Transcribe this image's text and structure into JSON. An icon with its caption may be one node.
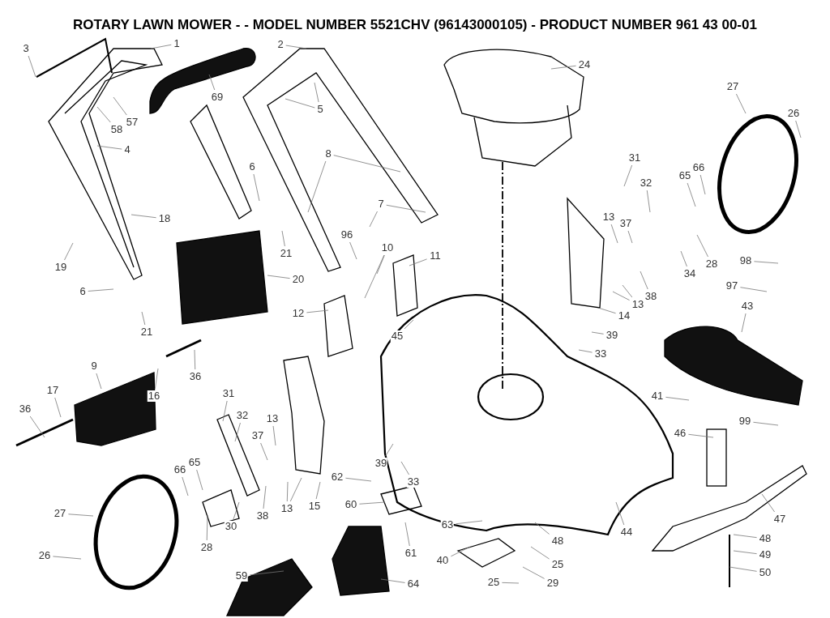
{
  "diagram": {
    "title": "ROTARY LAWN MOWER - - MODEL NUMBER 5521CHV (96143000105) - PRODUCT NUMBER 961 43 00-01",
    "nodes": [
      {
        "text": [
          "1"
        ]
      },
      {
        "text": [
          "2"
        ]
      },
      {
        "text": [
          "3"
        ]
      },
      {
        "text": [
          "69"
        ]
      },
      {
        "text": [
          "5"
        ]
      },
      {
        "text": [
          "57"
        ]
      },
      {
        "text": [
          "58"
        ]
      },
      {
        "text": [
          "4"
        ]
      },
      {
        "text": [
          "8"
        ]
      },
      {
        "text": [
          "6"
        ]
      },
      {
        "text": [
          "7"
        ]
      },
      {
        "text": [
          "18"
        ]
      },
      {
        "text": [
          "96"
        ]
      },
      {
        "text": [
          "10"
        ]
      },
      {
        "text": [
          "21"
        ]
      },
      {
        "text": [
          "11"
        ]
      },
      {
        "text": [
          "19"
        ]
      },
      {
        "text": [
          "20"
        ]
      },
      {
        "text": [
          "6"
        ]
      },
      {
        "text": [
          "12"
        ]
      },
      {
        "text": [
          "21"
        ]
      },
      {
        "text": [
          "45"
        ]
      },
      {
        "text": [
          "24"
        ]
      },
      {
        "text": [
          "27"
        ]
      },
      {
        "text": [
          "26"
        ]
      },
      {
        "text": [
          "31"
        ]
      },
      {
        "text": [
          "32"
        ]
      },
      {
        "text": [
          "65"
        ]
      },
      {
        "text": [
          "66"
        ]
      },
      {
        "text": [
          "13"
        ]
      },
      {
        "text": [
          "37"
        ]
      },
      {
        "text": [
          "28"
        ]
      },
      {
        "text": [
          "34"
        ]
      },
      {
        "text": [
          "38"
        ]
      },
      {
        "text": [
          "13"
        ]
      },
      {
        "text": [
          "14"
        ]
      },
      {
        "text": [
          "98"
        ]
      },
      {
        "text": [
          "97"
        ]
      },
      {
        "text": [
          "43"
        ]
      },
      {
        "text": [
          "39"
        ]
      },
      {
        "text": [
          "33"
        ]
      },
      {
        "text": [
          "36"
        ]
      },
      {
        "text": [
          "9"
        ]
      },
      {
        "text": [
          "17"
        ]
      },
      {
        "text": [
          "16"
        ]
      },
      {
        "text": [
          "41"
        ]
      },
      {
        "text": [
          "36"
        ]
      },
      {
        "text": [
          "31"
        ]
      },
      {
        "text": [
          "32"
        ]
      },
      {
        "text": [
          "13"
        ]
      },
      {
        "text": [
          "99"
        ]
      },
      {
        "text": [
          "37"
        ]
      },
      {
        "text": [
          "46"
        ]
      },
      {
        "text": [
          "65"
        ]
      },
      {
        "text": [
          "66"
        ]
      },
      {
        "text": [
          "39"
        ]
      },
      {
        "text": [
          "62"
        ]
      },
      {
        "text": [
          "33"
        ]
      },
      {
        "text": [
          "60"
        ]
      },
      {
        "text": [
          "15"
        ]
      },
      {
        "text": [
          "13"
        ]
      },
      {
        "text": [
          "27"
        ]
      },
      {
        "text": [
          "38"
        ]
      },
      {
        "text": [
          "47"
        ]
      },
      {
        "text": [
          "63"
        ]
      },
      {
        "text": [
          "30"
        ]
      },
      {
        "text": [
          "44"
        ]
      },
      {
        "text": [
          "48"
        ]
      },
      {
        "text": [
          "48"
        ]
      },
      {
        "text": [
          "28"
        ]
      },
      {
        "text": [
          "61"
        ]
      },
      {
        "text": [
          "49"
        ]
      },
      {
        "text": [
          "26"
        ]
      },
      {
        "text": [
          "40"
        ]
      },
      {
        "text": [
          "25"
        ]
      },
      {
        "text": [
          "50"
        ]
      },
      {
        "text": [
          "59"
        ]
      },
      {
        "text": [
          "25"
        ]
      },
      {
        "text": [
          "29"
        ]
      },
      {
        "text": [
          "64"
        ]
      }
    ],
    "edges": [
      {
        "from": 0,
        "to": null,
        "arrow": "none"
      },
      {
        "from": 1,
        "to": null,
        "arrow": "none"
      },
      {
        "from": 2,
        "to": null,
        "arrow": "none"
      },
      {
        "from": 3,
        "to": null,
        "arrow": "none"
      },
      {
        "from": 4,
        "to": null,
        "arrow": "none"
      },
      {
        "from": 4,
        "to": null,
        "arrow": "none"
      },
      {
        "from": 5,
        "to": null,
        "arrow": "none"
      },
      {
        "from": 6,
        "to": null,
        "arrow": "none"
      },
      {
        "from": 7,
        "to": null,
        "arrow": "none"
      },
      {
        "from": 8,
        "to": null,
        "arrow": "none"
      },
      {
        "from": 8,
        "to": null,
        "arrow": "none"
      },
      {
        "from": 9,
        "to": null,
        "arrow": "none"
      },
      {
        "from": 10,
        "to": null,
        "arrow": "none"
      },
      {
        "from": 10,
        "to": null,
        "arrow": "none"
      },
      {
        "from": 11,
        "to": null,
        "arrow": "none"
      },
      {
        "from": 12,
        "to": null,
        "arrow": "none"
      },
      {
        "from": 13,
        "to": null,
        "arrow": "none"
      },
      {
        "from": 13,
        "to": null,
        "arrow": "none"
      },
      {
        "from": 14,
        "to": null,
        "arrow": "none"
      },
      {
        "from": 15,
        "to": null,
        "arrow": "none"
      },
      {
        "from": 16,
        "to": null,
        "arrow": "none"
      },
      {
        "from": 17,
        "to": null,
        "arrow": "none"
      },
      {
        "from": 18,
        "to": null,
        "arrow": "none"
      },
      {
        "from": 19,
        "to": null,
        "arrow": "none"
      },
      {
        "from": 20,
        "to": null,
        "arrow": "none"
      },
      {
        "from": 21,
        "to": null,
        "arrow": "none"
      },
      {
        "from": 22,
        "to": null,
        "arrow": "none"
      },
      {
        "from": 23,
        "to": null,
        "arrow": "none"
      },
      {
        "from": 24,
        "to": null,
        "arrow": "none"
      },
      {
        "from": 25,
        "to": null,
        "arrow": "none"
      },
      {
        "from": 26,
        "to": null,
        "arrow": "none"
      },
      {
        "from": 27,
        "to": null,
        "arrow": "none"
      },
      {
        "from": 28,
        "to": null,
        "arrow": "none"
      },
      {
        "from": 29,
        "to": null,
        "arrow": "none"
      },
      {
        "from": 30,
        "to": null,
        "arrow": "none"
      },
      {
        "from": 31,
        "to": null,
        "arrow": "none"
      },
      {
        "from": 32,
        "to": null,
        "arrow": "none"
      },
      {
        "from": 33,
        "to": null,
        "arrow": "none"
      },
      {
        "from": 34,
        "to": null,
        "arrow": "none"
      },
      {
        "from": 34,
        "to": null,
        "arrow": "none"
      },
      {
        "from": 35,
        "to": null,
        "arrow": "none"
      },
      {
        "from": 36,
        "to": null,
        "arrow": "none"
      },
      {
        "from": 37,
        "to": null,
        "arrow": "none"
      },
      {
        "from": 38,
        "to": null,
        "arrow": "none"
      },
      {
        "from": 39,
        "to": null,
        "arrow": "none"
      },
      {
        "from": 40,
        "to": null,
        "arrow": "none"
      },
      {
        "from": 41,
        "to": null,
        "arrow": "none"
      },
      {
        "from": 42,
        "to": null,
        "arrow": "none"
      },
      {
        "from": 43,
        "to": null,
        "arrow": "none"
      },
      {
        "from": 44,
        "to": null,
        "arrow": "none"
      },
      {
        "from": 45,
        "to": null,
        "arrow": "none"
      },
      {
        "from": 46,
        "to": null,
        "arrow": "none"
      },
      {
        "from": 47,
        "to": null,
        "arrow": "none"
      },
      {
        "from": 48,
        "to": null,
        "arrow": "none"
      },
      {
        "from": 49,
        "to": null,
        "arrow": "none"
      },
      {
        "from": 50,
        "to": null,
        "arrow": "none"
      },
      {
        "from": 51,
        "to": null,
        "arrow": "none"
      },
      {
        "from": 52,
        "to": null,
        "arrow": "none"
      },
      {
        "from": 53,
        "to": null,
        "arrow": "none"
      },
      {
        "from": 54,
        "to": null,
        "arrow": "none"
      },
      {
        "from": 55,
        "to": null,
        "arrow": "none"
      },
      {
        "from": 56,
        "to": null,
        "arrow": "none"
      },
      {
        "from": 57,
        "to": null,
        "arrow": "none"
      },
      {
        "from": 58,
        "to": null,
        "arrow": "none"
      },
      {
        "from": 59,
        "to": null,
        "arrow": "none"
      },
      {
        "from": 60,
        "to": null,
        "arrow": "none"
      },
      {
        "from": 60,
        "to": null,
        "arrow": "none"
      },
      {
        "from": 61,
        "to": null,
        "arrow": "none"
      },
      {
        "from": 62,
        "to": null,
        "arrow": "none"
      },
      {
        "from": 63,
        "to": null,
        "arrow": "none"
      },
      {
        "from": 64,
        "to": null,
        "arrow": "none"
      },
      {
        "from": 65,
        "to": null,
        "arrow": "none"
      },
      {
        "from": 66,
        "to": null,
        "arrow": "none"
      },
      {
        "from": 67,
        "to": null,
        "arrow": "none"
      },
      {
        "from": 68,
        "to": null,
        "arrow": "none"
      },
      {
        "from": 69,
        "to": null,
        "arrow": "none"
      },
      {
        "from": 70,
        "to": null,
        "arrow": "none"
      },
      {
        "from": 71,
        "to": null,
        "arrow": "none"
      },
      {
        "from": 72,
        "to": null,
        "arrow": "none"
      },
      {
        "from": 73,
        "to": null,
        "arrow": "none"
      },
      {
        "from": 74,
        "to": null,
        "arrow": "none"
      },
      {
        "from": 75,
        "to": null,
        "arrow": "none"
      },
      {
        "from": 76,
        "to": null,
        "arrow": "none"
      },
      {
        "from": 77,
        "to": null,
        "arrow": "none"
      },
      {
        "from": 78,
        "to": null,
        "arrow": "none"
      },
      {
        "from": 79,
        "to": null,
        "arrow": "none"
      }
    ]
  }
}
